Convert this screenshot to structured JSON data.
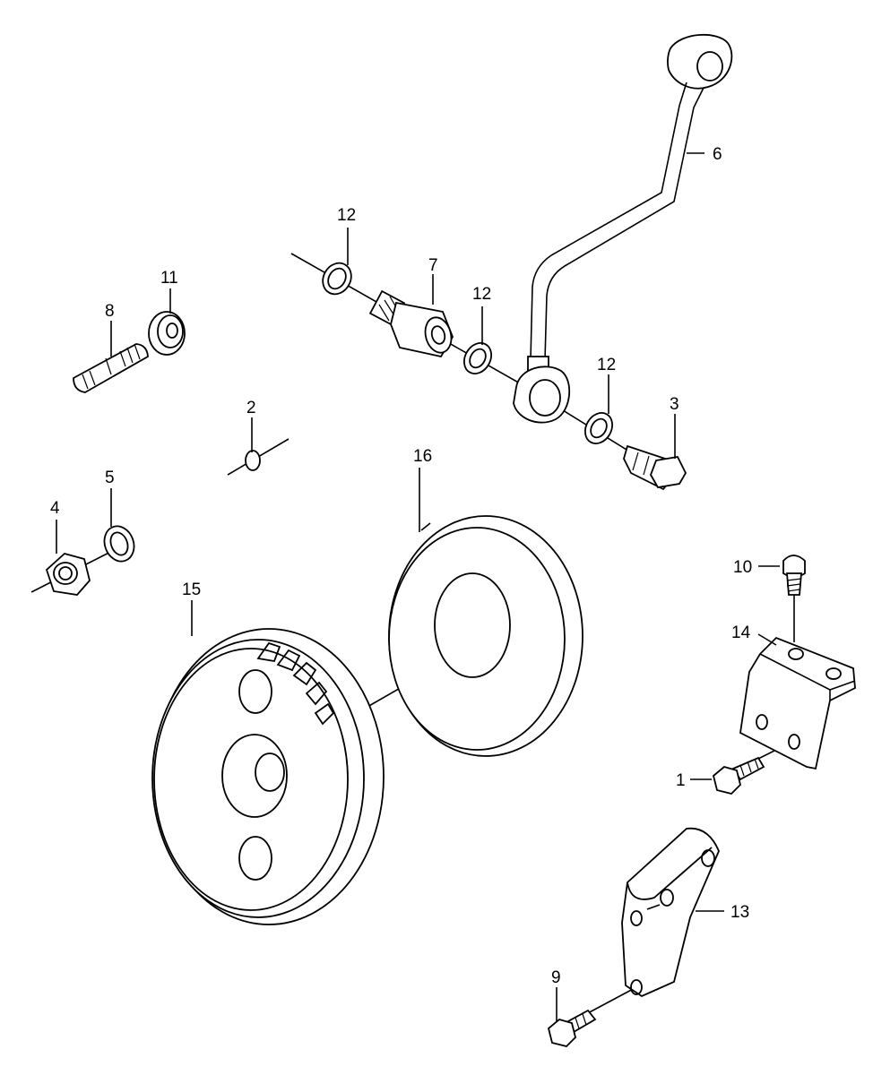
{
  "diagram": {
    "callouts": {
      "c1": "1",
      "c2": "2",
      "c3": "3",
      "c4": "4",
      "c5": "5",
      "c6": "6",
      "c7": "7",
      "c8": "8",
      "c9": "9",
      "c10": "10",
      "c11": "11",
      "c12a": "12",
      "c12b": "12",
      "c12c": "12",
      "c13": "13",
      "c14": "14",
      "c15": "15",
      "c16": "16"
    }
  }
}
